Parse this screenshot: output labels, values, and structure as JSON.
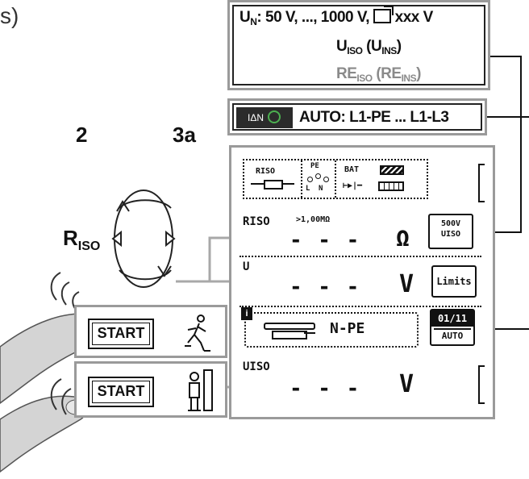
{
  "top_callout": {
    "line1_prefix": "U",
    "line1_sub": "N",
    "line1_text": ": 50 V, ..., 1000 V,",
    "line1_suffix": "xxx V",
    "line2_main": "U",
    "line2_sub": "ISO",
    "line2_paren_main": " (U",
    "line2_paren_sub": "INS",
    "line2_close": ")",
    "line3_main": "RE",
    "line3_sub": "ISO",
    "line3_paren_main": " (RE",
    "line3_paren_sub": "INS",
    "line3_close": ")"
  },
  "auto_callout": {
    "icon_text": "IΔN",
    "label": "AUTO: L1-PE ... L1-L3"
  },
  "header_fragment": "s)",
  "steps": {
    "left": "2",
    "right": "3a"
  },
  "riso_label": {
    "main": "R",
    "sub": "ISO"
  },
  "start_buttons": {
    "upper": "START",
    "lower": "START"
  },
  "lcd": {
    "top_icons": {
      "riso": "RISO",
      "pe_top": "PE",
      "pe_l": "L",
      "pe_n": "N",
      "bat": "BAT"
    },
    "rows": [
      {
        "label": "RISO",
        "limit": ">1,00MΩ",
        "value": "- - -",
        "unit": "Ω"
      },
      {
        "label": "U",
        "limit": "",
        "value": "- - -",
        "unit": "V"
      },
      {
        "label": "",
        "limit": "",
        "value": "N-PE",
        "unit": ""
      },
      {
        "label": "UISO",
        "limit": "",
        "value": "- - -",
        "unit": "V"
      }
    ],
    "softkeys": {
      "voltage_top": "500V",
      "voltage_bottom": "UISO",
      "limits": "Limits",
      "counter": "01/11",
      "counter_mode": "AUTO"
    },
    "info_icon": "i"
  },
  "colors": {
    "arrow_gray": "#a8a8a8",
    "frame_gray": "#9a9a9a",
    "ink": "#111111",
    "finger": "#d0d0d0"
  }
}
